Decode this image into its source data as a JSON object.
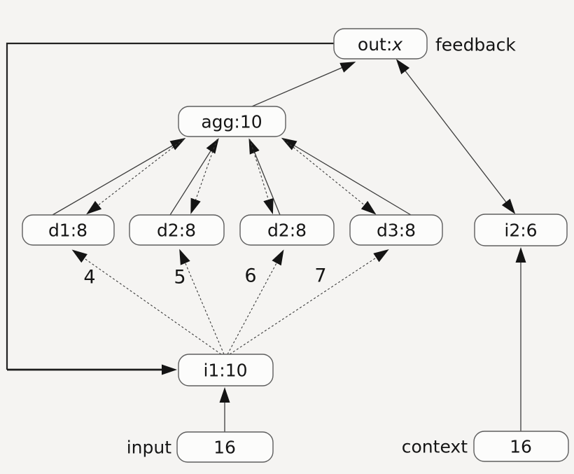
{
  "diagram": {
    "title": "recurrent-network-graph",
    "colors": {
      "background": "#f5f4f2",
      "node_fill": "#fcfcfb",
      "node_border": "#5e5e5e",
      "edge": "#3c3c3c",
      "arrowhead": "#141414",
      "text": "#151515"
    },
    "nodes": {
      "out": {
        "label_prefix": "out:",
        "label_var": "x"
      },
      "agg": {
        "label": "agg:10"
      },
      "d1": {
        "label": "d1:8"
      },
      "d2a": {
        "label": "d2:8"
      },
      "d2b": {
        "label": "d2:8"
      },
      "d3": {
        "label": "d3:8"
      },
      "i2": {
        "label": "i2:6"
      },
      "i1": {
        "label": "i1:10"
      },
      "input16": {
        "label": "16"
      },
      "context16": {
        "label": "16"
      }
    },
    "annotations": {
      "feedback": "feedback",
      "input": "input",
      "context": "context"
    },
    "edge_labels": {
      "i1_to_d1": "4",
      "i1_to_d2a": "5",
      "i1_to_d2b": "6",
      "i1_to_d3": "7"
    }
  }
}
